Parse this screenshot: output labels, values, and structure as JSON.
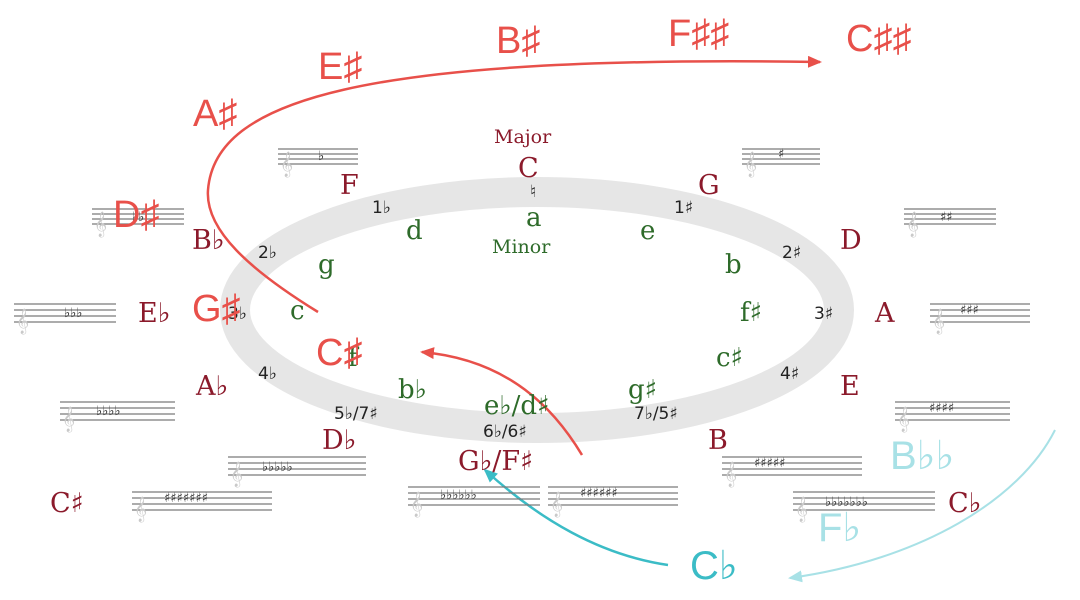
{
  "header": {
    "major": "Major",
    "minor": "Minor"
  },
  "top": {
    "major_key": "C",
    "minor_key": "a",
    "natural": "♮"
  },
  "major_keys": [
    {
      "id": "G",
      "label": "G"
    },
    {
      "id": "D",
      "label": "D"
    },
    {
      "id": "A",
      "label": "A"
    },
    {
      "id": "E",
      "label": "E"
    },
    {
      "id": "B",
      "label": "B"
    },
    {
      "id": "Gb",
      "label": "G♭/F♯"
    },
    {
      "id": "Db",
      "label": "D♭"
    },
    {
      "id": "Ab",
      "label": "A♭"
    },
    {
      "id": "Eb",
      "label": "E♭"
    },
    {
      "id": "Bb",
      "label": "B♭"
    },
    {
      "id": "F",
      "label": "F"
    },
    {
      "id": "Csharp",
      "label": "C♯"
    },
    {
      "id": "Cb",
      "label": "C♭"
    }
  ],
  "minor_keys": [
    {
      "id": "e",
      "label": "e"
    },
    {
      "id": "b",
      "label": "b"
    },
    {
      "id": "fs",
      "label": "f♯"
    },
    {
      "id": "cs",
      "label": "c♯"
    },
    {
      "id": "gs",
      "label": "g♯"
    },
    {
      "id": "ebds",
      "label": "e♭/d♯"
    },
    {
      "id": "bb",
      "label": "b♭"
    },
    {
      "id": "f",
      "label": "f"
    },
    {
      "id": "c",
      "label": "c"
    },
    {
      "id": "g",
      "label": "g"
    },
    {
      "id": "d",
      "label": "d"
    }
  ],
  "signatures": [
    {
      "id": "s1s",
      "label": "1♯"
    },
    {
      "id": "s2s",
      "label": "2♯"
    },
    {
      "id": "s3s",
      "label": "3♯"
    },
    {
      "id": "s4s",
      "label": "4♯"
    },
    {
      "id": "s75",
      "label": "7♭/5♯"
    },
    {
      "id": "s66",
      "label": "6♭/6♯"
    },
    {
      "id": "s57",
      "label": "5♭/7♯"
    },
    {
      "id": "s4b",
      "label": "4♭"
    },
    {
      "id": "s3b",
      "label": "3♭"
    },
    {
      "id": "s2b",
      "label": "2♭"
    },
    {
      "id": "s1b",
      "label": "1♭"
    }
  ],
  "staffs": [
    {
      "id": "staff-G",
      "acc": "♯"
    },
    {
      "id": "staff-D",
      "acc": "♯♯"
    },
    {
      "id": "staff-A",
      "acc": "♯♯♯"
    },
    {
      "id": "staff-E",
      "acc": "♯♯♯♯"
    },
    {
      "id": "staff-B",
      "acc": "♯♯♯♯♯"
    },
    {
      "id": "staff-Fs",
      "acc": "♯♯♯♯♯♯"
    },
    {
      "id": "staff-Gb",
      "acc": "♭♭♭♭♭♭"
    },
    {
      "id": "staff-Db",
      "acc": "♭♭♭♭♭"
    },
    {
      "id": "staff-Ab",
      "acc": "♭♭♭♭"
    },
    {
      "id": "staff-Eb",
      "acc": "♭♭♭"
    },
    {
      "id": "staff-Bb",
      "acc": "♭♭"
    },
    {
      "id": "staff-F",
      "acc": "♭"
    },
    {
      "id": "staff-Cs",
      "acc": "♯♯♯♯♯♯♯"
    },
    {
      "id": "staff-Cb",
      "acc": "♭♭♭♭♭♭♭"
    }
  ],
  "annotations_red": [
    {
      "id": "Dsharp",
      "label": "D♯"
    },
    {
      "id": "Asharp",
      "label": "A♯"
    },
    {
      "id": "Esharp",
      "label": "E♯"
    },
    {
      "id": "Bsharp",
      "label": "B♯"
    },
    {
      "id": "Fss",
      "label": "F♯♯"
    },
    {
      "id": "Css",
      "label": "C♯♯"
    },
    {
      "id": "Gsharp",
      "label": "G♯"
    },
    {
      "id": "Csharp",
      "label": "C♯"
    }
  ],
  "annotations_teal": [
    {
      "id": "Cflat",
      "label": "C♭"
    }
  ],
  "annotations_lightteal": [
    {
      "id": "Bbb",
      "label": "B♭♭"
    },
    {
      "id": "Fflat",
      "label": "F♭"
    }
  ],
  "colors": {
    "major": "#8b1a2b",
    "minor": "#2e6b2a",
    "ring": "#e6e6e6",
    "annotation_red": "#e8504a",
    "annotation_teal": "#3bbcc6",
    "annotation_lightteal": "#a8e1e6"
  }
}
